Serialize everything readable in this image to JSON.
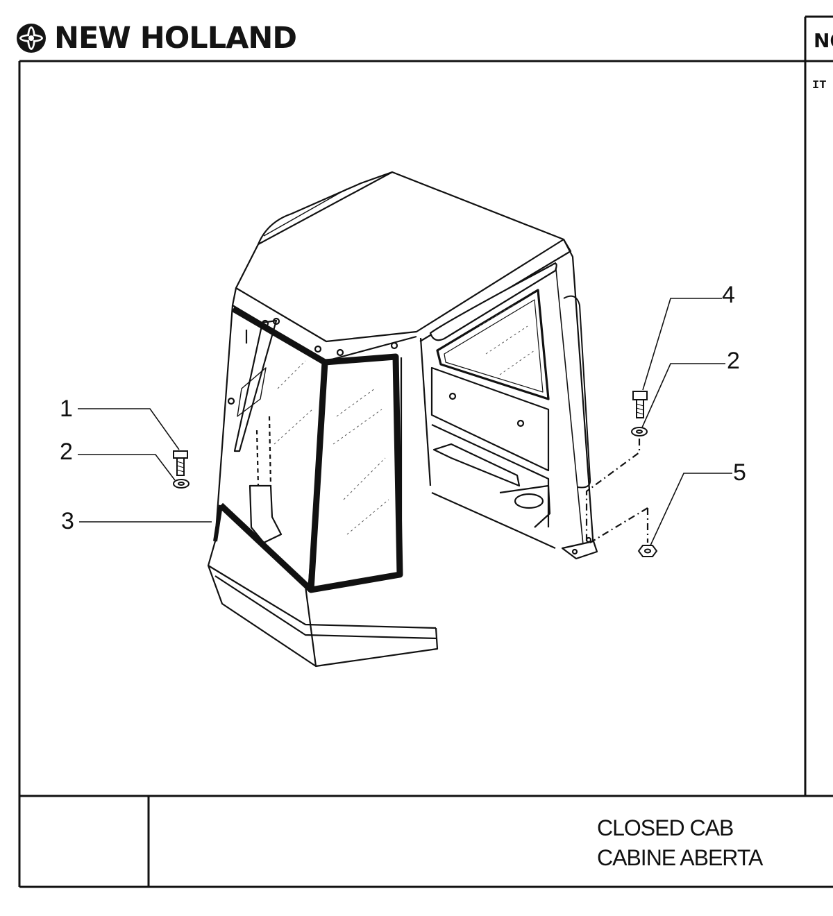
{
  "header": {
    "brand_name": "NEW HOLLAND",
    "logo_icon": "new-holland-leaf-icon",
    "side_panel_header": "NO",
    "side_panel_column": "IT"
  },
  "diagram": {
    "callouts": [
      {
        "number": "1",
        "part": "bolt"
      },
      {
        "number": "2",
        "part": "washer"
      },
      {
        "number": "3",
        "part": "cab"
      },
      {
        "number": "4",
        "part": "bolt"
      },
      {
        "number": "2",
        "part": "washer"
      },
      {
        "number": "5",
        "part": "nut"
      }
    ]
  },
  "title_block": {
    "line1": "CLOSED CAB",
    "line2": "CABINE ABERTA"
  },
  "colors": {
    "ink": "#111111",
    "background": "#ffffff"
  }
}
